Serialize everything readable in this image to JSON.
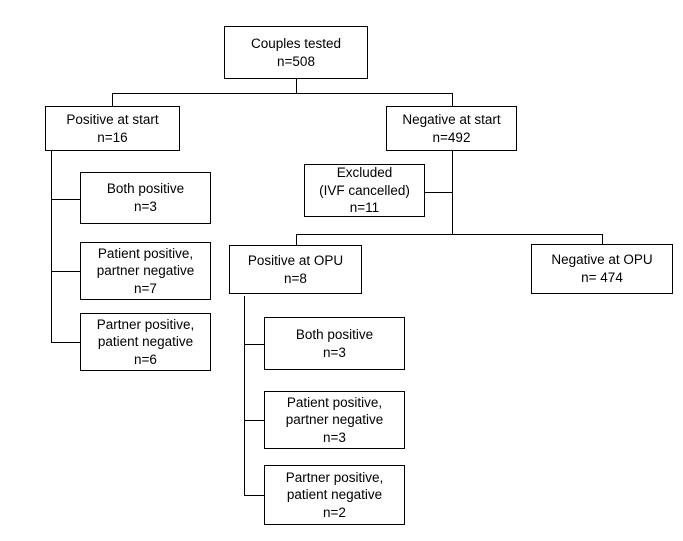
{
  "diagram": {
    "title": "Couples tested flow diagram",
    "type": "flowchart",
    "line_color": "#000000",
    "box_border_color": "#000000",
    "box_fill_color": "#ffffff",
    "text_color": "#000000"
  },
  "nodes": {
    "root": {
      "id": "couples-tested",
      "label": "Couples tested\nn=508",
      "line1": "Couples tested",
      "line2": "n=508",
      "count": 508
    },
    "positive_start": {
      "id": "positive-at-start",
      "label": "Positive at start\nn=16",
      "line1": "Positive at start",
      "line2": "n=16",
      "count": 16
    },
    "negative_start": {
      "id": "negative-at-start",
      "label": "Negative at start\nn=492",
      "line1": "Negative at start",
      "line2": "n=492",
      "count": 492
    },
    "excluded": {
      "id": "excluded-ivf-cancelled",
      "label": "Excluded\n(IVF cancelled)\nn=11",
      "line1": "Excluded",
      "line2": "(IVF cancelled)",
      "line3": "n=11",
      "count": 11
    },
    "positive_opu": {
      "id": "positive-at-opu",
      "label": "Positive at OPU\nn=8",
      "line1": "Positive at OPU",
      "line2": "n=8",
      "count": 8
    },
    "negative_opu": {
      "id": "negative-at-opu",
      "label": "Negative at OPU\nn= 474",
      "line1": "Negative at OPU",
      "line2": "n= 474",
      "count": 474
    },
    "start_children": [
      {
        "id": "start-both-positive",
        "label": "Both positive\nn=3",
        "count": 3
      },
      {
        "id": "start-patient-positive-partner-negative",
        "label": "Patient positive,\npartner negative\nn=7",
        "count": 7
      },
      {
        "id": "start-partner-positive-patient-negative",
        "label": "Partner positive,\npatient negative\nn=6",
        "count": 6
      }
    ],
    "opu_children": [
      {
        "id": "opu-both-positive",
        "label": "Both positive\nn=3",
        "count": 3
      },
      {
        "id": "opu-patient-positive-partner-negative",
        "label": "Patient positive,\npartner negative\nn=3",
        "count": 3
      },
      {
        "id": "opu-partner-positive-patient-negative",
        "label": "Partner positive,\npatient negative\nn=2",
        "count": 2
      }
    ]
  }
}
